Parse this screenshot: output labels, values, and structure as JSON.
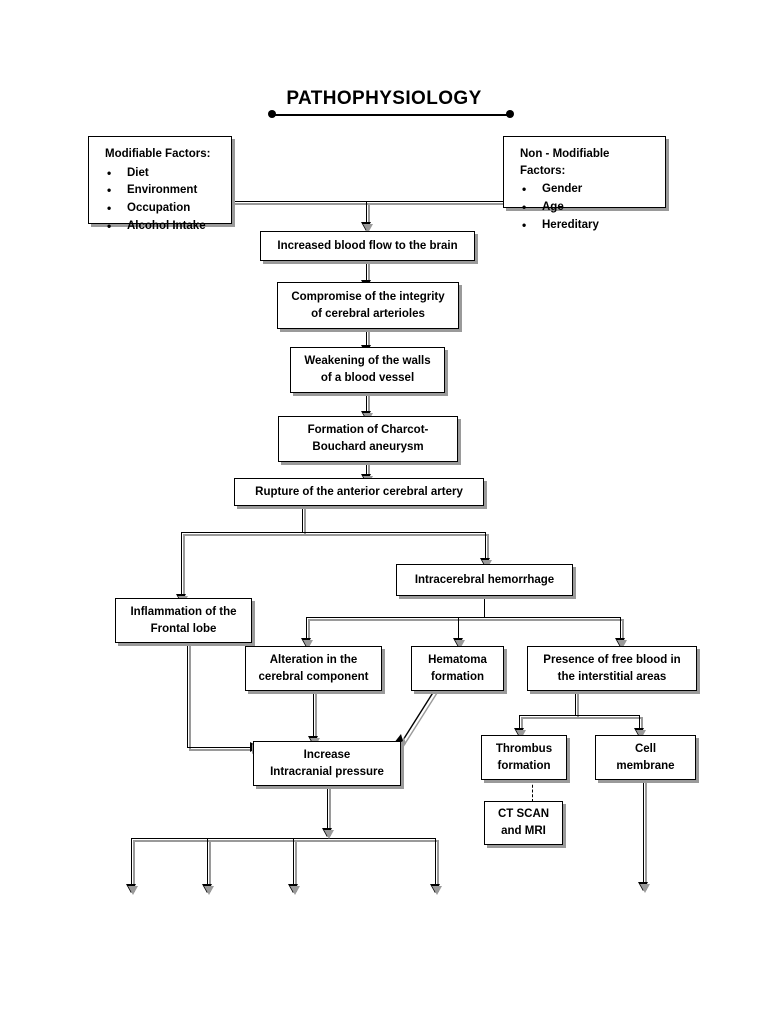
{
  "title": "PATHOPHYSIOLOGY",
  "boxes": {
    "modifiable": {
      "heading": "Modifiable Factors:",
      "items": [
        "Diet",
        "Environment",
        "Occupation",
        "Alcohol Intake"
      ]
    },
    "non_modifiable": {
      "heading": "Non - Modifiable Factors:",
      "items": [
        "Gender",
        "Age",
        "Hereditary"
      ]
    },
    "increased_blood_flow": {
      "line1": "Increased blood flow to the brain"
    },
    "compromise": {
      "line1": "Compromise of the integrity",
      "line2": "of cerebral arterioles"
    },
    "weakening": {
      "line1": "Weakening of the walls",
      "line2": "of a blood vessel"
    },
    "charcot": {
      "line1": "Formation of Charcot-",
      "line2": "Bouchard aneurysm"
    },
    "rupture": {
      "line1": "Rupture of the anterior cerebral artery"
    },
    "intracerebral_hemorrhage": {
      "line1": "Intracerebral hemorrhage"
    },
    "inflammation": {
      "line1": "Inflammation of the",
      "line2": "Frontal lobe"
    },
    "alteration": {
      "line1": "Alteration in the",
      "line2": "cerebral component"
    },
    "hematoma": {
      "line1": "Hematoma",
      "line2": "formation"
    },
    "free_blood": {
      "line1": "Presence of free blood in",
      "line2": "the interstitial areas"
    },
    "increase_icp": {
      "line1": "Increase",
      "line2": "Intracranial pressure"
    },
    "thrombus": {
      "line1": "Thrombus",
      "line2": "formation"
    },
    "cell_membrane": {
      "line1": "Cell",
      "line2": "membrane"
    },
    "ct_scan": {
      "line1": "CT SCAN",
      "line2": "and MRI"
    }
  },
  "colors": {
    "line": "#000000",
    "shadow": "#9a9a9a",
    "background": "#ffffff",
    "text": "#000000"
  }
}
